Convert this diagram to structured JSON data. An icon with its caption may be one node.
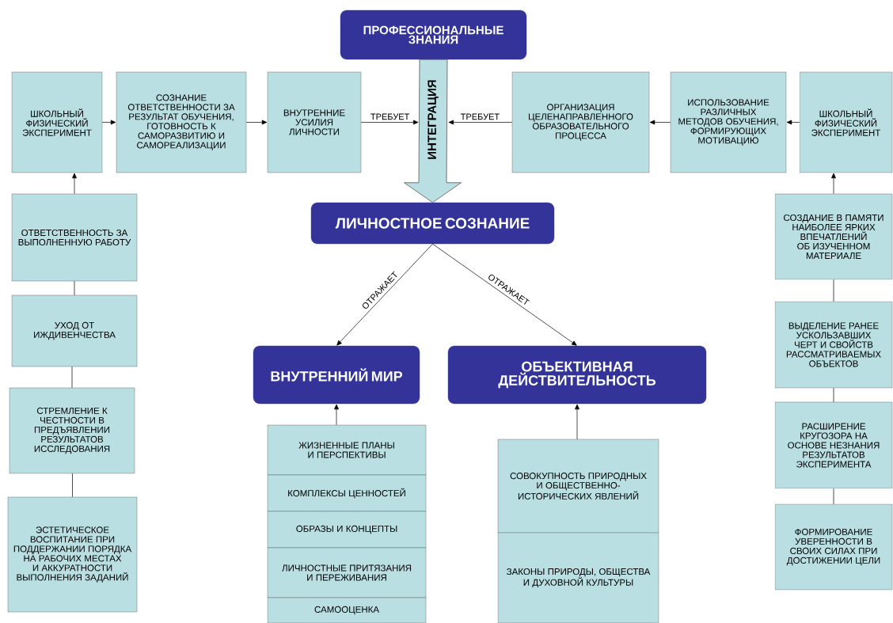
{
  "diagram": {
    "nodes": [
      {
        "text": [
          "ПРОФЕССИОНАЛЬНЫЕ ЗНАНИЯ"
        ]
      },
      {
        "text": [
          "ШКОЛЬНЫЙ ФИЗИЧЕСКИЙ ЭКСПЕРИМЕНТ"
        ]
      },
      {
        "text": [
          "СОЗНАНИЕ ОТВЕТСТВЕННОСТИ ЗА РЕЗУЛЬТАТ ОБУЧЕНИЯ, ГОТОВНОСТЬ К САМОРАЗВИТИЮ И САМОРЕАЛИЗАЦИИ"
        ]
      },
      {
        "text": [
          "ВНУТРЕННИЕ УСИЛИЯ ЛИЧНОСТИ"
        ]
      },
      {
        "text": [
          "ОРГАНИЗАЦИЯ ЦЕЛЕНАПРАВЛЕННОГО ОБРАЗОВАТЕЛЬНОГО ПРОЦЕССА"
        ]
      },
      {
        "text": [
          "ИСПОЛЬЗОВАНИЕ РАЗЛИЧНЫХ МЕТОДОВ ОБУЧЕНИЯ, ФОРМИРУЮЩИХ МОТИВАЦИЮ"
        ]
      },
      {
        "text": [
          "ШКОЛЬНЫЙ ФИЗИЧЕСКИЙ ЭКСПЕРИМЕНТ"
        ]
      },
      {
        "text": [
          "ЛИЧНОСТНОЕ СОЗНАНИЕ"
        ]
      },
      {
        "text": [
          "ОТВЕТСТВЕННОСТЬ ЗА ВЫПОЛНЕННУЮ РАБОТУ"
        ]
      },
      {
        "text": [
          "УХОД ОТ ИЖДИВЕНЧЕСТВА"
        ]
      },
      {
        "text": [
          "СТРЕМЛЕНИЕ К ЧЕСТНОСТИ В ПРЕДЪЯВЛЕНИИ РЕЗУЛЬТАТОВ ИССЛЕДОВАНИЯ"
        ]
      },
      {
        "text": [
          "ЭСТЕТИЧЕСКОЕ ВОСПИТАНИЕ ПРИ ПОДДЕРЖАНИИ ПОРЯДКА НА РАБОЧИХ МЕСТАХ И АККУРАТНОСТИ ВЫПОЛНЕНИЯ ЗАДАНИЙ"
        ]
      },
      {
        "text": [
          "СОЗДАНИЕ В ПАМЯТИ НАИБОЛЕЕ ЯРКИХ ВПЕЧАТЛЕНИЙ ОБ ИЗУЧЕННОМ МАТЕРИАЛЕ"
        ]
      },
      {
        "text": [
          "ВЫДЕЛЕНИЕ РАНЕЕ УСКОЛЬЗАВШИХ ЧЕРТ И СВОЙСТВ РАССМАТРИВАЕМЫХ ОБЪЕКТОВ"
        ]
      },
      {
        "text": [
          "РАСШИРЕНИЕ КРУГОЗОРА НА ОСНОВЕ НЕЗНАНИЯ РЕЗУЛЬТАТОВ ЭКСПЕРИМЕНТА"
        ]
      },
      {
        "text": [
          "ФОРМИРОВАНИЕ УВЕРЕННОСТИ В СВОИХ СИЛАХ ПРИ ДОСТИЖЕНИИ ЦЕЛИ"
        ]
      },
      {
        "text": [
          "ВНУТРЕННИЙ МИР"
        ]
      },
      {
        "text": [
          "ОБЪЕКТИВНАЯ ДЕЙСТВИТЕЛЬНОСТЬ"
        ]
      },
      {
        "text": [
          "ЖИЗНЕННЫЕ ПЛАНЫ И ПЕРСПЕКТИВЫ"
        ]
      },
      {
        "text": [
          "КОМПЛЕКСЫ ЦЕННОСТЕЙ"
        ]
      },
      {
        "text": [
          "ОБРАЗЫ И КОНЦЕПТЫ"
        ]
      },
      {
        "text": [
          "ЛИЧНОСТНЫЕ ПРИТЯЗАНИЯ И ПЕРЕЖИВАНИЯ"
        ]
      },
      {
        "text": [
          "САМООЦЕНКА"
        ]
      },
      {
        "text": [
          "СОВОКУПНОСТЬ ПРИРОДНЫХ И ОБЩЕСТВЕННО-ИСТОРИЧЕСКИХ ЯВЛЕНИЙ"
        ]
      },
      {
        "text": [
          "ЗАКОНЫ ПРИРОДЫ, ОБЩЕСТВА И ДУХОВНОЙ КУЛЬТУРЫ"
        ]
      }
    ],
    "edges": [
      {
        "from": 0,
        "to": 7,
        "arrow": "to",
        "label": "ИНТЕГРАЦИЯ",
        "style": "thick"
      },
      {
        "from": 1,
        "to": 2,
        "arrow": "to"
      },
      {
        "from": 2,
        "to": 3,
        "arrow": "to"
      },
      {
        "from": 3,
        "to": null,
        "arrow": "to",
        "label": "ТРЕБУЕТ"
      },
      {
        "from": 4,
        "to": null,
        "arrow": "to",
        "label": "ТРЕБУЕТ"
      },
      {
        "from": 5,
        "to": 4,
        "arrow": "to"
      },
      {
        "from": 6,
        "to": 5,
        "arrow": "to"
      },
      {
        "from": 8,
        "to": 1,
        "arrow": "to"
      },
      {
        "from": 9,
        "to": 8,
        "arrow": "none"
      },
      {
        "from": 10,
        "to": 9,
        "arrow": "none"
      },
      {
        "from": 11,
        "to": 10,
        "arrow": "none"
      },
      {
        "from": 12,
        "to": 6,
        "arrow": "to"
      },
      {
        "from": 13,
        "to": 12,
        "arrow": "none"
      },
      {
        "from": 14,
        "to": 13,
        "arrow": "none"
      },
      {
        "from": 15,
        "to": 14,
        "arrow": "none"
      },
      {
        "from": 7,
        "to": 16,
        "arrow": "to",
        "label": "ОТРАЖАЕТ"
      },
      {
        "from": 7,
        "to": 17,
        "arrow": "to",
        "label": "ОТРАЖАЕТ"
      },
      {
        "from": 18,
        "to": 16,
        "arrow": "to"
      },
      {
        "from": 23,
        "to": 17,
        "arrow": "to"
      }
    ]
  }
}
